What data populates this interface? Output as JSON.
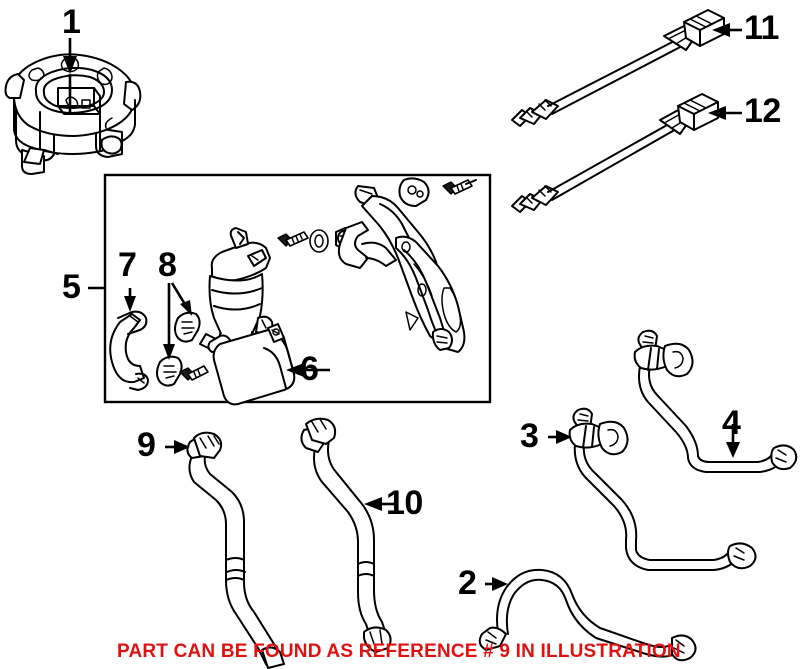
{
  "diagram": {
    "title": "Automotive EVAP / fuel vapor system exploded parts diagram",
    "background_color": "#ffffff",
    "line_color": "#000000",
    "overlay_note": {
      "text": "PART CAN BE FOUND AS REFERENCE # 9 IN ILLUSTRATION",
      "color": "#e21111"
    },
    "group_box": {
      "label": "5",
      "contains": [
        "6",
        "7",
        "8"
      ]
    },
    "callouts": [
      {
        "number": "1",
        "part_name": "fuel-pump-lock-ring-mount",
        "arrow_direction": "down"
      },
      {
        "number": "2",
        "part_name": "vapor-hose-curved",
        "arrow_direction": "right"
      },
      {
        "number": "3",
        "part_name": "fuel-feed-line-assembly",
        "arrow_direction": "right"
      },
      {
        "number": "4",
        "part_name": "fuel-return-line-assembly",
        "arrow_direction": "down"
      },
      {
        "number": "5",
        "part_name": "vapor-canister-assembly-group",
        "arrow_direction": "leader"
      },
      {
        "number": "6",
        "part_name": "vapor-canister-filter",
        "arrow_direction": "left"
      },
      {
        "number": "7",
        "part_name": "vapor-hose-short-bend",
        "arrow_direction": "down"
      },
      {
        "number": "8",
        "part_name": "rubber-grommet-insulator",
        "arrow_direction": "down"
      },
      {
        "number": "9",
        "part_name": "fuel-filler-vent-hose",
        "arrow_direction": "right"
      },
      {
        "number": "10",
        "part_name": "fuel-filler-neck-hose",
        "arrow_direction": "left"
      },
      {
        "number": "11",
        "part_name": "oxygen-sensor-upstream",
        "arrow_direction": "left"
      },
      {
        "number": "12",
        "part_name": "oxygen-sensor-downstream",
        "arrow_direction": "left"
      }
    ]
  }
}
